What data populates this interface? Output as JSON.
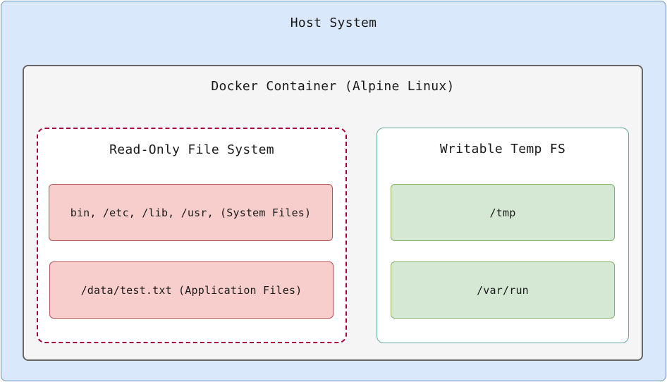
{
  "diagram": {
    "host": {
      "label": "Host System"
    },
    "container": {
      "label": "Docker Container (Alpine Linux)"
    },
    "read_only_fs": {
      "label": "Read-Only File System",
      "items": [
        "bin, /etc, /lib, /usr, (System Files)",
        "/data/test.txt (Application Files)"
      ]
    },
    "writable_fs": {
      "label": "Writable Temp FS",
      "items": [
        "/tmp",
        "/var/run"
      ]
    }
  },
  "colors": {
    "host_fill": "#dae8fc",
    "host_stroke": "#6c8ebf",
    "container_fill": "#f5f5f5",
    "container_stroke": "#666666",
    "read_only_stroke": "#a50040",
    "writable_stroke": "#67ab9f",
    "system_item_fill": "#f8cecc",
    "system_item_stroke": "#b85450",
    "temp_item_fill": "#d5e8d4",
    "temp_item_stroke": "#82b366"
  }
}
